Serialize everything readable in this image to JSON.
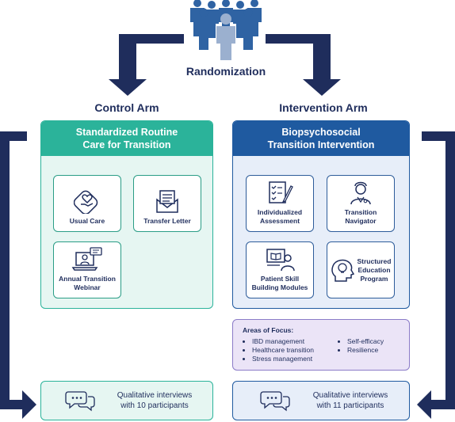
{
  "randomization": "Randomization",
  "control": {
    "title": "Control Arm",
    "panel_line1": "Standardized Routine",
    "panel_line2": "Care for Transition",
    "cards": {
      "usual_care": "Usual Care",
      "transfer_letter": "Transfer Letter",
      "webinar_line1": "Annual Transition",
      "webinar_line2": "Webinar"
    },
    "qual_line1": "Qualitative interviews",
    "qual_line2": "with 10 participants"
  },
  "intervention": {
    "title": "Intervention Arm",
    "panel_line1": "Biopsychosocial",
    "panel_line2": "Transition Intervention",
    "cards": {
      "assessment_line1": "Individualized",
      "assessment_line2": "Assessment",
      "navigator_line1": "Transition",
      "navigator_line2": "Navigator",
      "skill_line1": "Patient Skill",
      "skill_line2": "Building Modules",
      "education_line1": "Structured",
      "education_line2": "Education",
      "education_line3": "Program"
    },
    "qual_line1": "Qualitative interviews",
    "qual_line2": "with 11 participants"
  },
  "focus": {
    "title": "Areas of Focus:",
    "left": [
      "IBD management",
      "Healthcare transition",
      "Stress management"
    ],
    "right": [
      "Self-efficacy",
      "Resilience"
    ]
  },
  "colors": {
    "navy": "#1f2d5c",
    "teal": "#2bb39a",
    "teal_light": "#e6f6f2",
    "blue": "#1f5aa0",
    "blue_light": "#e7eef9",
    "purple_light": "#ebe4f7"
  }
}
